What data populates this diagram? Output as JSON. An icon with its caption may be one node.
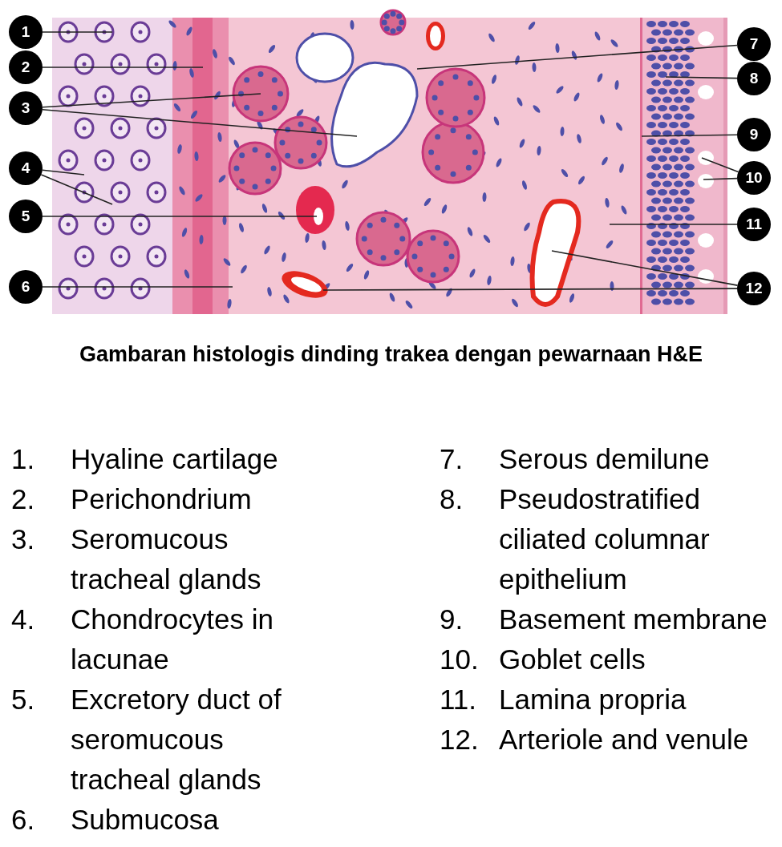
{
  "diagram": {
    "caption": "Gambaran histologis dinding trakea dengan pewarnaan H&E",
    "nodes": [
      {
        "text": [
          "1"
        ]
      },
      {
        "text": [
          "2"
        ]
      },
      {
        "text": [
          "3"
        ]
      },
      {
        "text": [
          "4"
        ]
      },
      {
        "text": [
          "5"
        ]
      },
      {
        "text": [
          "6"
        ]
      },
      {
        "text": [
          "7"
        ]
      },
      {
        "text": [
          "8"
        ]
      },
      {
        "text": [
          "9"
        ]
      },
      {
        "text": [
          "10"
        ]
      },
      {
        "text": [
          "11"
        ]
      },
      {
        "text": [
          "12"
        ]
      }
    ],
    "edges": [
      {
        "from": 0,
        "to": null,
        "arrow": "none"
      },
      {
        "from": 1,
        "to": null,
        "arrow": "none"
      },
      {
        "from": 2,
        "to": null,
        "arrow": "none"
      },
      {
        "from": 2,
        "to": null,
        "arrow": "none"
      },
      {
        "from": 3,
        "to": null,
        "arrow": "none"
      },
      {
        "from": 3,
        "to": null,
        "arrow": "none"
      },
      {
        "from": 4,
        "to": null,
        "arrow": "none"
      },
      {
        "from": 5,
        "to": null,
        "arrow": "none"
      },
      {
        "from": 6,
        "to": null,
        "arrow": "none"
      },
      {
        "from": 7,
        "to": null,
        "arrow": "none"
      },
      {
        "from": 8,
        "to": null,
        "arrow": "none"
      },
      {
        "from": 9,
        "to": null,
        "arrow": "none"
      },
      {
        "from": 9,
        "to": null,
        "arrow": "none"
      },
      {
        "from": 10,
        "to": null,
        "arrow": "none"
      },
      {
        "from": 11,
        "to": null,
        "arrow": "none"
      },
      {
        "from": 11,
        "to": null,
        "arrow": "none"
      }
    ],
    "labels": [
      "1.",
      "Hyaline cartilage",
      "2.",
      "Perichondrium",
      "3.",
      "Seromucous tracheal glands",
      "4.",
      "Chondrocytes in lacunae",
      "5.",
      "Excretory duct of seromucous tracheal glands",
      "6.",
      "Submucosa",
      "7.",
      "Serous demilune",
      "8.",
      "Pseudostratified ciliated columnar epithelium",
      "9.",
      "Basement membrane",
      "10.",
      "Goblet cells",
      "11.",
      "Lamina propria",
      "12.",
      "Arteriole and venule"
    ]
  }
}
